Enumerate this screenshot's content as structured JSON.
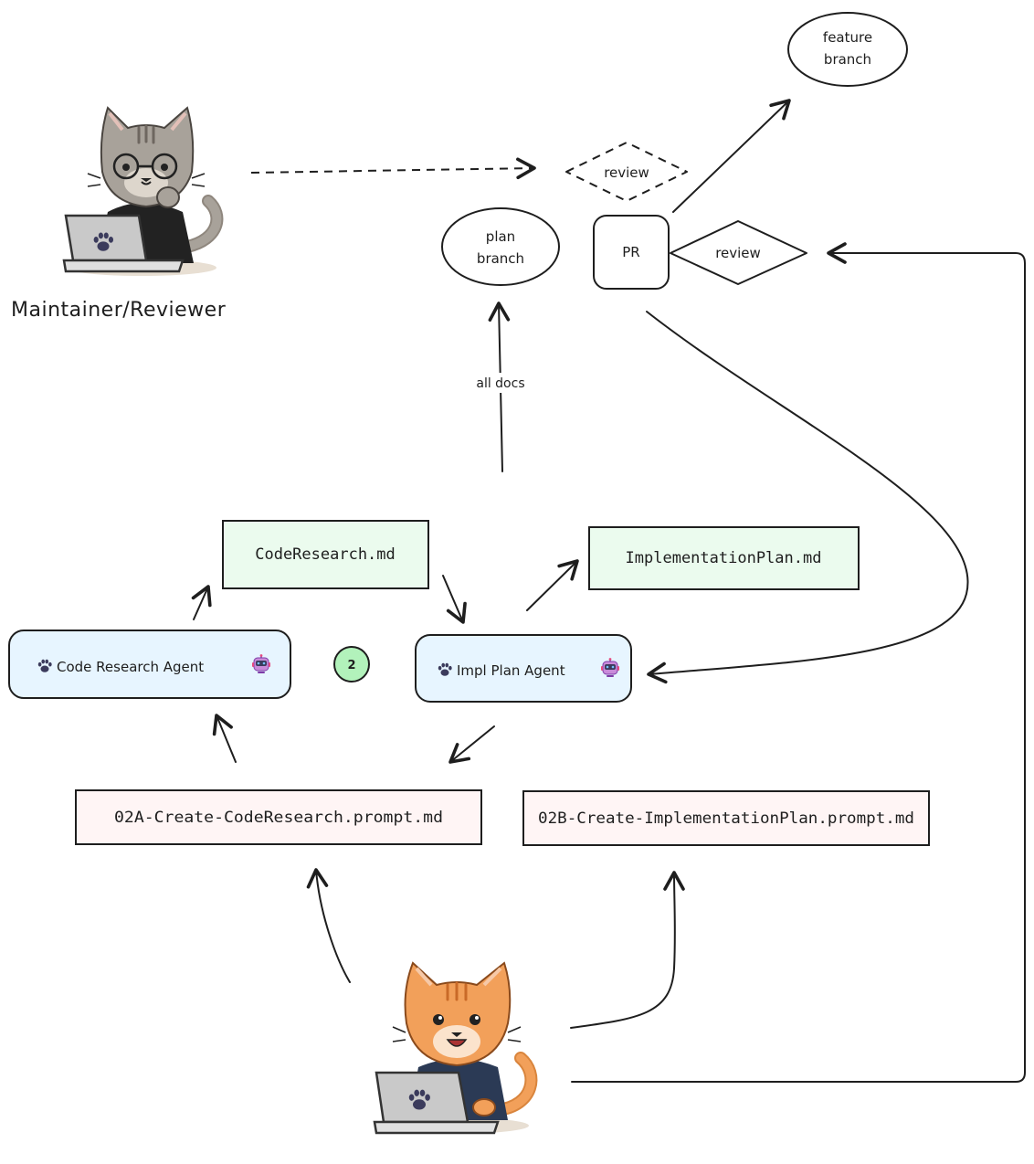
{
  "actors": {
    "maintainer": {
      "label": "Maintainer/Reviewer"
    }
  },
  "nodes": {
    "feature_branch": {
      "line1": "feature",
      "line2": "branch"
    },
    "review_top": {
      "label": "review"
    },
    "plan_branch": {
      "line1": "plan",
      "line2": "branch"
    },
    "pr": {
      "label": "PR"
    },
    "review_right": {
      "label": "review"
    },
    "code_research_md": {
      "label": "CodeResearch.md"
    },
    "implementation_plan_md": {
      "label": "ImplementationPlan.md"
    },
    "code_research_agent": {
      "label": "Code Research Agent"
    },
    "impl_plan_agent": {
      "label": "Impl Plan Agent"
    },
    "step_badge": {
      "label": "2"
    },
    "prompt_02a": {
      "label": "02A-Create-CodeResearch.prompt.md"
    },
    "prompt_02b": {
      "label": "02B-Create-ImplementationPlan.prompt.md"
    }
  },
  "edges": {
    "all_docs": {
      "label": "all docs"
    }
  },
  "colors": {
    "ink": "#1e1e1e",
    "doc_fill": "#ebfbee",
    "agent_fill": "#e7f5ff",
    "prompt_fill": "#fff5f5",
    "badge_fill": "#b2f2bb",
    "gray_cat": "#a8a29a",
    "orange_cat": "#f2a05a",
    "laptop": "#c9c9c9"
  },
  "icons": [
    "paw-icon",
    "robot-icon",
    "cat-avatar-icon",
    "laptop-icon"
  ]
}
